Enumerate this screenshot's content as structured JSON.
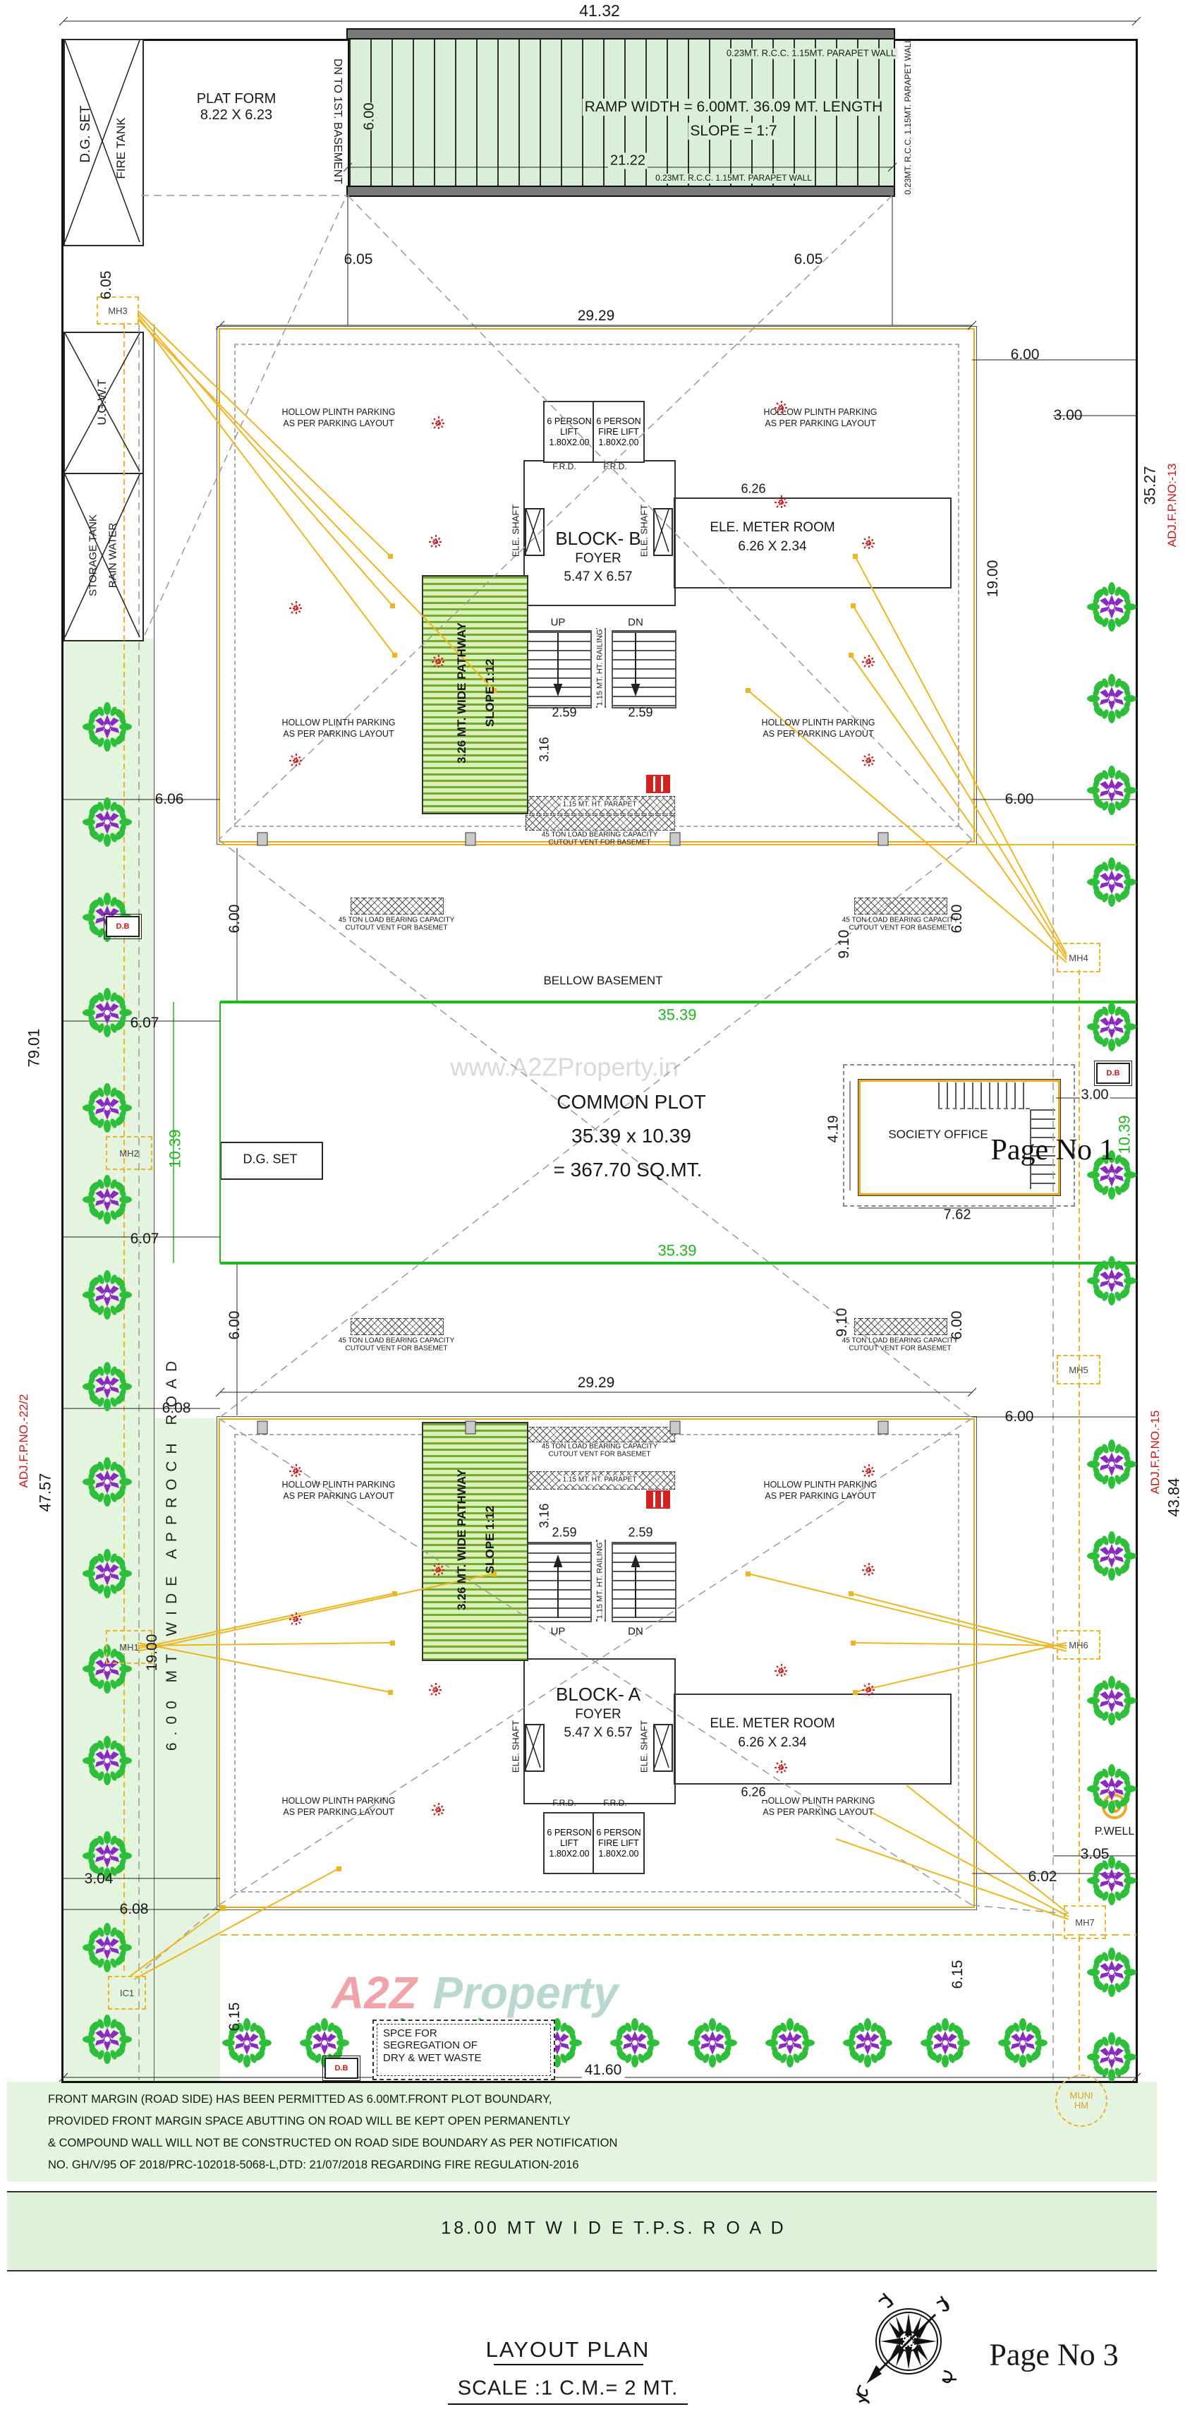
{
  "dims": {
    "top_width": "41.32",
    "ramp_inner": "21.22",
    "ramp_h": "6.00",
    "d605": "6.05",
    "d606": "6.06",
    "d607": "6.07",
    "d608": "6.08",
    "d600": "6.00",
    "d602": "6.02",
    "d615": "6.15",
    "d304": "3.04",
    "d305": "3.05",
    "d300": "3.00",
    "d1900": "19.00",
    "d910": "9.10",
    "d2929": "29.29",
    "d4160": "41.60",
    "d3539": "35.39",
    "d1039": "10.39",
    "d7901": "79.01",
    "d4757": "47.57",
    "d3527": "35.27",
    "d4384": "43.84",
    "d419": "4.19",
    "d762": "7.62",
    "d626": "6.26",
    "d259": "2.59",
    "d316": "3.16"
  },
  "adjacent": {
    "left": "ADJ.F.P.NO.-22/2",
    "right_top": "ADJ.F.P.NO:-13",
    "right_bottom": "ADJ.F.P.NO.-15"
  },
  "top": {
    "platform_l1": "PLAT FORM",
    "platform_l2": "8.22 X 6.23",
    "dg_set": "D.G. SET",
    "fire_tank": "FIRE TANK",
    "ugwt": "U.G.W.T",
    "storage_l1": "STORAGE TANK",
    "storage_l2": "RAIN WATER",
    "dn_basement": "DN TO 1ST. BASEMENT",
    "ramp_l1": "RAMP WIDTH = 6.00MT. 36.09 MT. LENGTH",
    "ramp_l2": "SLOPE = 1:7",
    "parapet": "0.23MT. R.C.C. 1.15MT. PARAPET WALL"
  },
  "road_left": "6.00 MT WIDE APPROCH ROAD",
  "blocks": {
    "hollow_l1": "HOLLOW PLINTH PARKING",
    "hollow_l2": "AS PER PARKING LAYOUT",
    "lift_cap": "6 PERSON",
    "lift": "LIFT",
    "fire_lift": "FIRE LIFT",
    "lift_size": "1.80X2.00",
    "frd": "F.R.D.",
    "ele_shaft": "ELE. SHAFT",
    "b_name": "BLOCK- B",
    "a_name": "BLOCK- A",
    "foyer": "FOYER",
    "foyer_size": "5.47 X 6.57",
    "meter_room": "ELE. METER ROOM",
    "meter_size": "6.26 X 2.34",
    "up": "UP",
    "dn": "DN",
    "railing": "1.15 MT. HT. RAILING",
    "parapet_strip": "1.15 MT. HT. PARAPET",
    "pathway_l1": "3.26 MT. WIDE PATHWAY",
    "pathway_l2": "SLOPE 1:12",
    "cutout_l1": "45 TON LOAD BEARING CAPACITY",
    "cutout_l2": "CUTOUT VENT FOR BASEMET"
  },
  "common": {
    "bellow": "BELLOW BASEMENT",
    "plot_l1": "COMMON PLOT",
    "plot_l2": "35.39 x 10.39",
    "plot_l3": "= 367.70 SQ.MT.",
    "dg_set": "D.G. SET",
    "society": "SOCIETY OFFICE",
    "page_overlay": "Page No 1"
  },
  "manholes": {
    "mh1": "MH1",
    "mh2": "MH2",
    "mh3": "MH3",
    "mh4": "MH4",
    "mh5": "MH5",
    "mh6": "MH6",
    "mh7": "MH7",
    "ic1": "IC1",
    "db": "D.B",
    "pwell": "P.WELL",
    "muni_l1": "MUNI",
    "muni_l2": "HM"
  },
  "bottom": {
    "spce_l1": "SPCE FOR",
    "spce_l2": "SEGREGATION OF",
    "spce_l3": "DRY & WET WASTE",
    "note1": "FRONT MARGIN (ROAD SIDE) HAS BEEN PERMITTED AS 6.00MT.FRONT PLOT BOUNDARY,",
    "note2": "PROVIDED FRONT MARGIN SPACE ABUTTING ON ROAD WILL BE KEPT OPEN PERMANENTLY",
    "note3": "& COMPOUND WALL WILL NOT BE CONSTRUCTED ON ROAD SIDE BOUNDARY AS PER NOTIFICATION",
    "note4": "NO. GH/V/95 OF 2018/PRC-102018-5068-L,DTD: 21/07/2018 REGARDING FIRE REGULATION-2016",
    "road": "18.00 MT W I D E  T.P.S. R O A D",
    "layout_plan": "LAYOUT PLAN",
    "scale": "SCALE :1 C.M.= 2 MT.",
    "page_footer": "Page No 3"
  },
  "watermarks": {
    "center": "www.A2ZProperty.in",
    "a2z": "A2Z",
    "property": "Property"
  },
  "decor": {
    "parking_marker": "red-8-spoke-asterisk",
    "tree": "green-leaf-purple-flower-tree",
    "compass": "compass-rose"
  },
  "colors": {
    "accent_orange": "#eaaa1e",
    "dim_green": "#1db91d",
    "alert_red": "#cc1616",
    "margin_green": "#e4f4df",
    "ramp_green": "#d9efd7"
  }
}
